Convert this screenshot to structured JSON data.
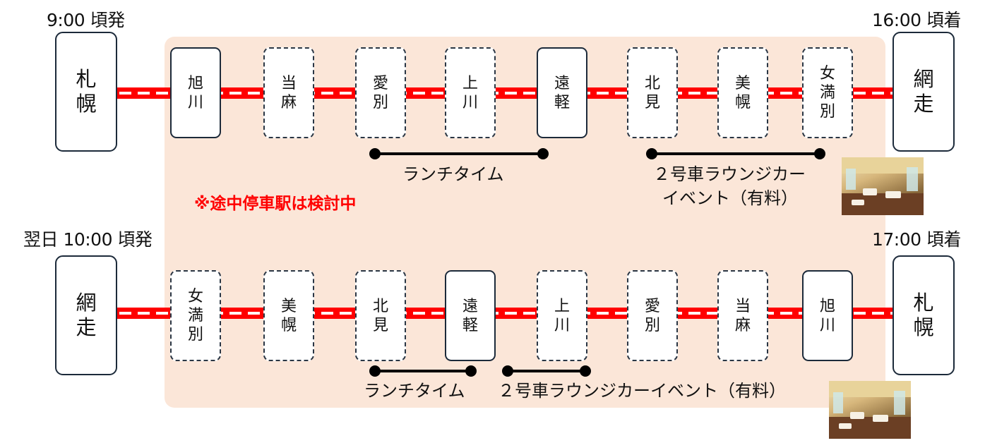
{
  "timetable": {
    "outbound": {
      "departure_time": "9:00 頃発",
      "arrival_time": "16:00 頃着",
      "origin": [
        "札",
        "幌"
      ],
      "destination": [
        "網",
        "走"
      ],
      "stops": [
        {
          "name": [
            "旭",
            "川"
          ],
          "type": "stop"
        },
        {
          "name": [
            "当",
            "麻"
          ],
          "type": "tentative"
        },
        {
          "name": [
            "愛",
            "別"
          ],
          "type": "tentative"
        },
        {
          "name": [
            "上",
            "川"
          ],
          "type": "tentative"
        },
        {
          "name": [
            "遠",
            "軽"
          ],
          "type": "stop"
        },
        {
          "name": [
            "北",
            "見"
          ],
          "type": "tentative"
        },
        {
          "name": [
            "美",
            "幌"
          ],
          "type": "tentative"
        },
        {
          "name": [
            "女",
            "満",
            "別"
          ],
          "type": "tentative"
        }
      ],
      "lunch_label": "ランチタイム",
      "lounge_label_line1": "２号車ラウンジカー",
      "lounge_label_line2": "イベント（有料）"
    },
    "return": {
      "departure_time": "翌日 10:00 頃発",
      "arrival_time": "17:00 頃着",
      "origin": [
        "網",
        "走"
      ],
      "destination": [
        "札",
        "幌"
      ],
      "stops": [
        {
          "name": [
            "女",
            "満",
            "別"
          ],
          "type": "tentative"
        },
        {
          "name": [
            "美",
            "幌"
          ],
          "type": "tentative"
        },
        {
          "name": [
            "北",
            "見"
          ],
          "type": "tentative"
        },
        {
          "name": [
            "遠",
            "軽"
          ],
          "type": "stop"
        },
        {
          "name": [
            "上",
            "川"
          ],
          "type": "tentative"
        },
        {
          "name": [
            "愛",
            "別"
          ],
          "type": "tentative"
        },
        {
          "name": [
            "当",
            "麻"
          ],
          "type": "tentative"
        },
        {
          "name": [
            "旭",
            "川"
          ],
          "type": "stop"
        }
      ],
      "lunch_label": "ランチタイム",
      "lounge_label": "２号車ラウンジカーイベント（有料）"
    },
    "note": "※途中停車駅は検討中",
    "colors": {
      "track": "#ff0000",
      "panel": "#fbe6d8",
      "note": "#ff0000",
      "station_border": "#1c2a3a"
    }
  }
}
